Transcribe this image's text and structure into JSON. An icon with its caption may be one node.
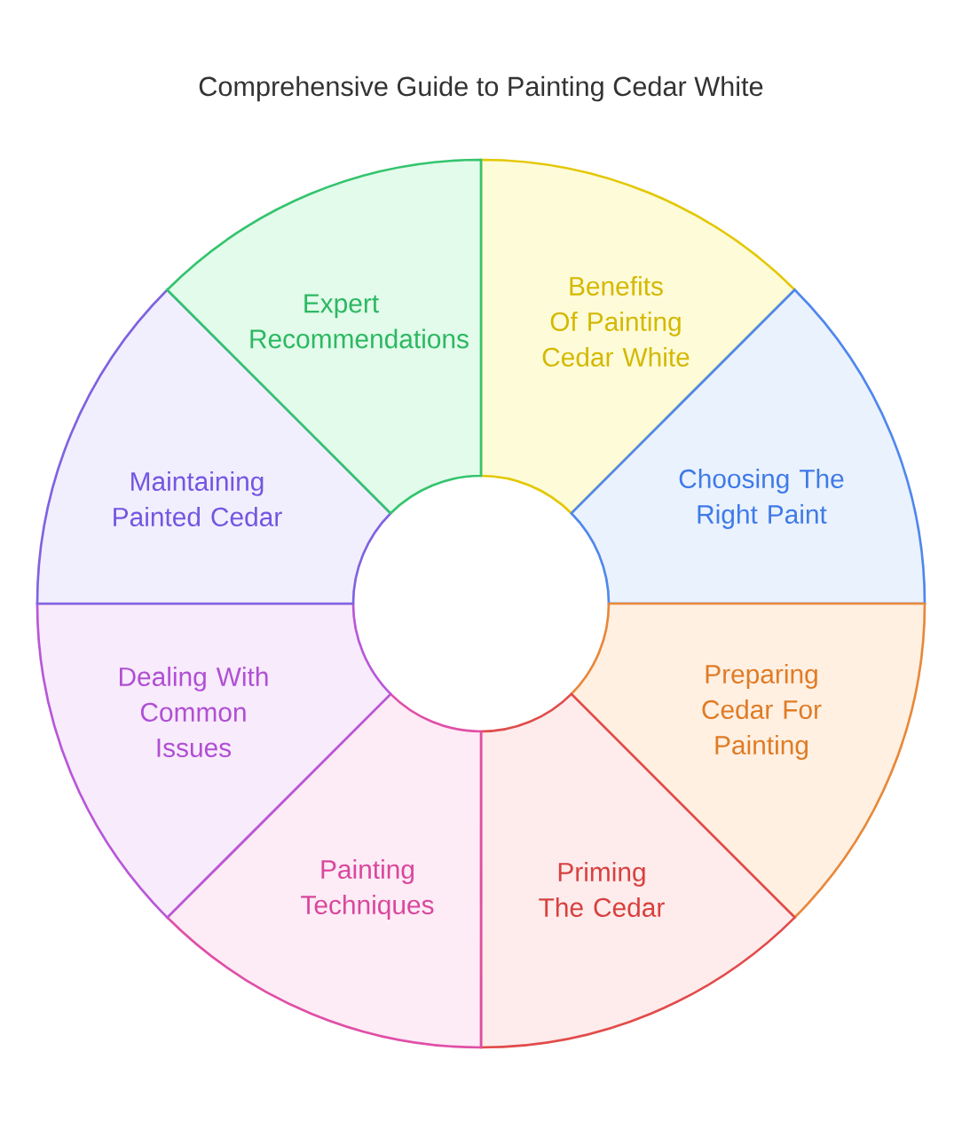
{
  "diagram": {
    "title": "Comprehensive Guide to Painting Cedar White",
    "nodes": [
      {
        "text": [
          "Benefits Of Painting Cedar White"
        ]
      },
      {
        "text": [
          "Choosing The Right Paint"
        ]
      },
      {
        "text": [
          "Preparing Cedar For Painting"
        ]
      },
      {
        "text": [
          "Priming The Cedar"
        ]
      },
      {
        "text": [
          "Painting Techniques"
        ]
      },
      {
        "text": [
          "Dealing With Common Issues"
        ]
      },
      {
        "text": [
          "Maintaining Painted Cedar"
        ]
      },
      {
        "text": [
          "Expert Recommendations"
        ]
      }
    ],
    "edges": []
  }
}
